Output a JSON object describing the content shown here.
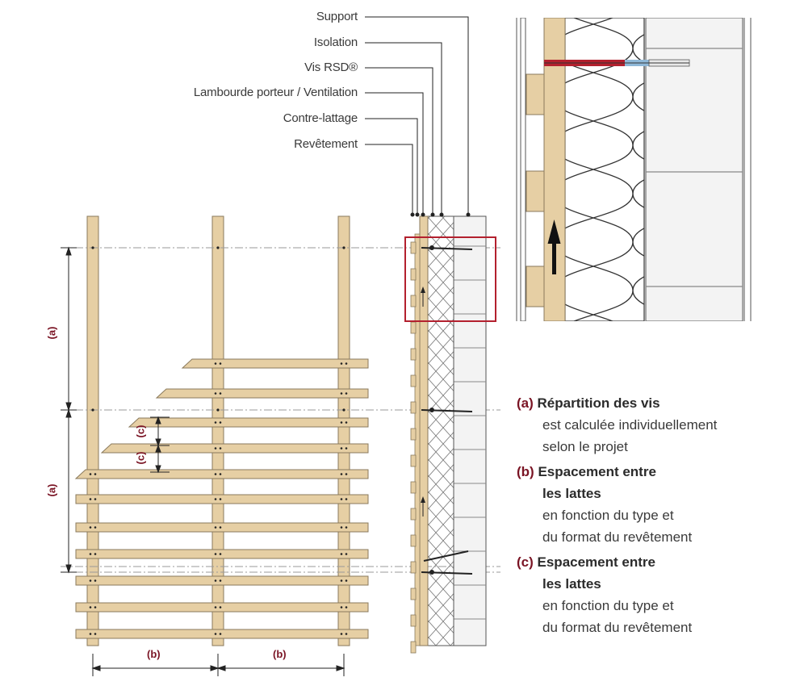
{
  "callouts": [
    {
      "label": "Support"
    },
    {
      "label": "Isolation"
    },
    {
      "label": "Vis RSD®"
    },
    {
      "label": "Lambourde porteur / Ventilation"
    },
    {
      "label": "Contre-lattage"
    },
    {
      "label": "Revêtement"
    }
  ],
  "dimensions": {
    "a": "(a)",
    "b": "(b)",
    "c": "(c)"
  },
  "legend": [
    {
      "tag": "(a)",
      "title_lines": [
        "Répartition des vis"
      ],
      "desc_lines": [
        "est calculée individuellement",
        "selon le projet"
      ]
    },
    {
      "tag": "(b)",
      "title_lines": [
        "Espacement entre",
        "les lattes"
      ],
      "desc_lines": [
        "en fonction du type et",
        "du format du revêtement"
      ]
    },
    {
      "tag": "(c)",
      "title_lines": [
        "Espacement entre",
        "les lattes"
      ],
      "desc_lines": [
        "en fonction du type et",
        "du format du revêtement"
      ]
    }
  ],
  "colors": {
    "wood": "#e6cfa4",
    "wood_stroke": "#8a7a5c",
    "accent": "#7a1424",
    "highlight_box": "#b3202e",
    "insulation": "#ffffff",
    "panel": "#f3f3f3"
  }
}
